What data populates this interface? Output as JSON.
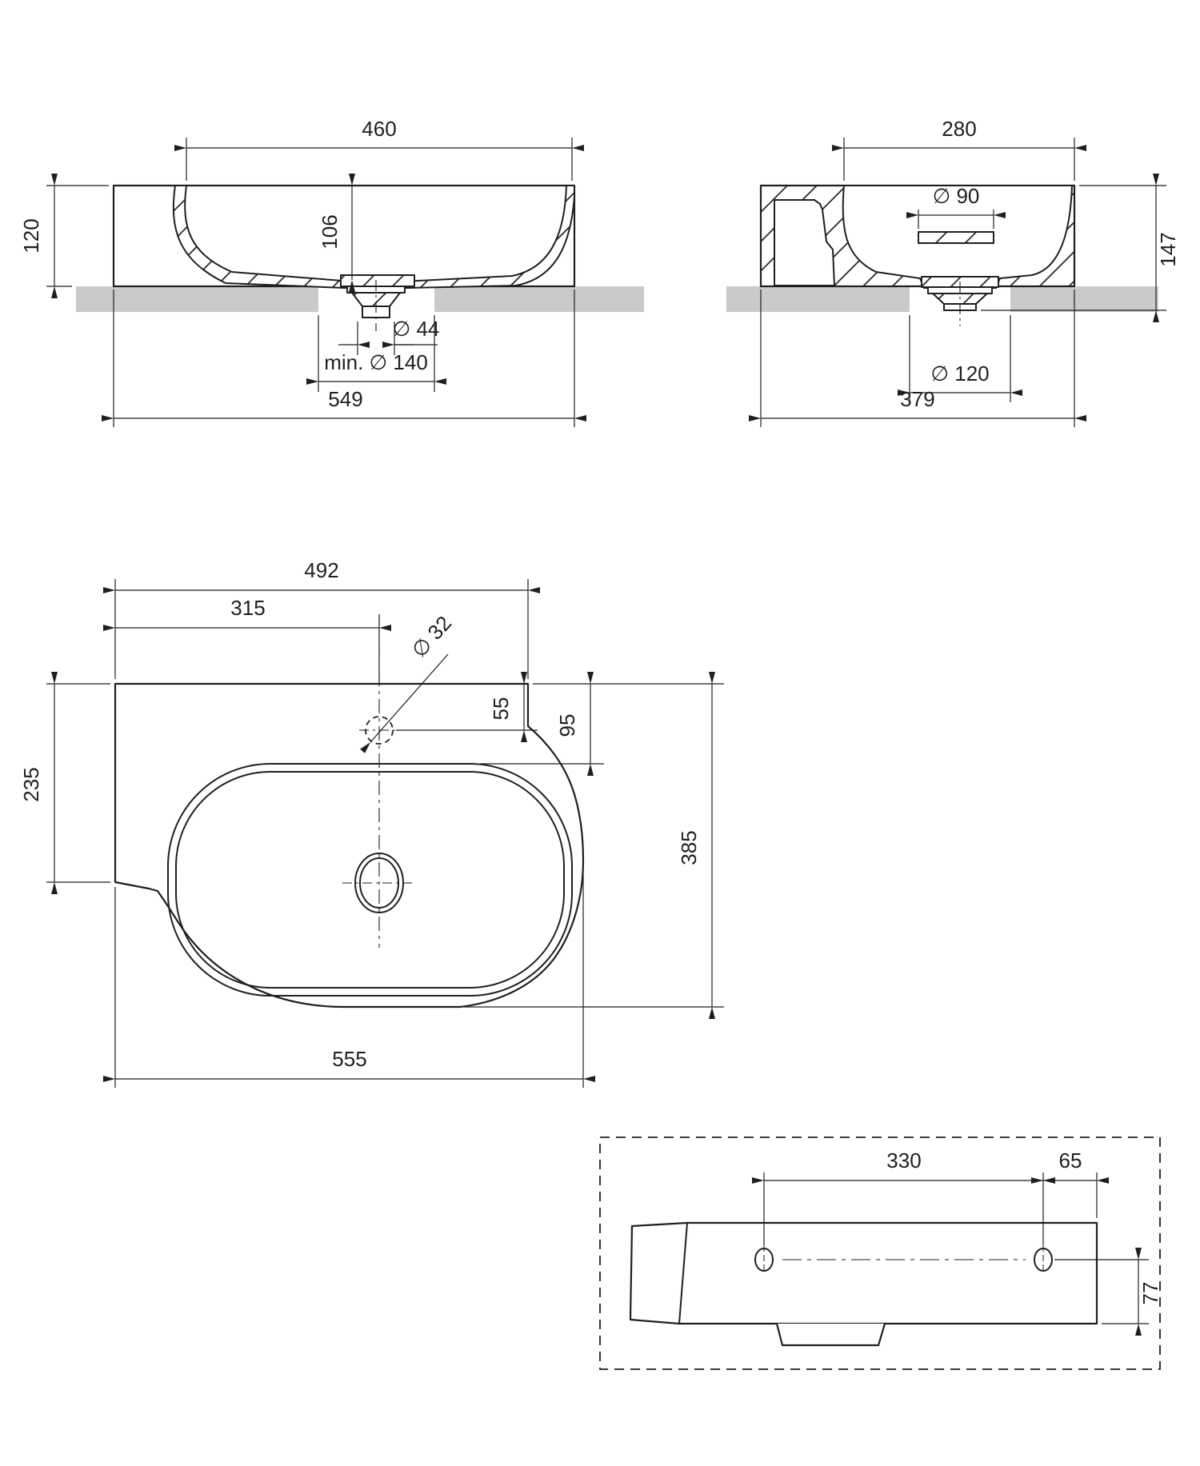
{
  "document": {
    "type": "technical-dimension-drawing",
    "subject": "wall-hung washbasin with left deck, four orthographic views"
  },
  "colors": {
    "line": "#1f1f1f",
    "counter_band": "#cacaca",
    "background": "#ffffff"
  },
  "front": {
    "top_width": "460",
    "height": "120",
    "inner_depth": "106",
    "drain_dia": "∅ 44",
    "min_cutout": "min. ∅ 140",
    "total_width": "549"
  },
  "side": {
    "top_width": "280",
    "overflow_dia": "∅ 90",
    "height": "147",
    "drain_cutout_dia": "∅ 120",
    "total_depth": "379"
  },
  "plan": {
    "deck_width": "492",
    "faucet_from_left": "315",
    "faucet_dia": "∅ 32",
    "faucet_from_back": "55",
    "basin_from_back": "95",
    "left_edge_height": "235",
    "basin_extent": "385",
    "total_width": "555"
  },
  "rear": {
    "hole_spacing": "330",
    "hole_to_edge": "65",
    "hole_height": "77"
  }
}
